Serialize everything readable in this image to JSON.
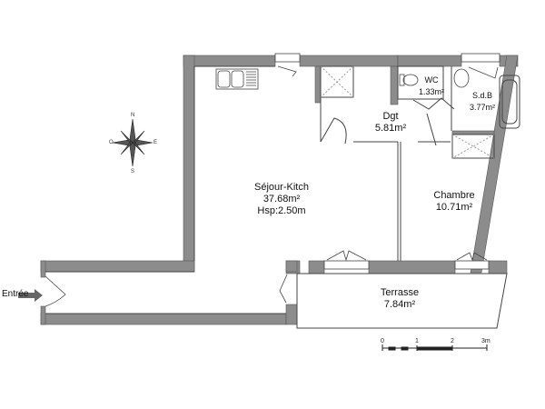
{
  "plan": {
    "entry_label": "Entrée",
    "rooms": [
      {
        "name": "Séjour-Kitch",
        "area": "37.68m²",
        "extra": "Hsp:2.50m"
      },
      {
        "name": "Dgt",
        "area": "5.81m²"
      },
      {
        "name": "WC",
        "area": "1.33m²"
      },
      {
        "name": "S.d.B",
        "area": "3.77m²"
      },
      {
        "name": "Chambre",
        "area": "10.71m²"
      },
      {
        "name": "Terrasse",
        "area": "7.84m²"
      }
    ],
    "compass": {
      "n": "N",
      "s": "S",
      "e": "E",
      "w": "O"
    },
    "scale": {
      "ticks": [
        "0",
        "1",
        "2",
        "3m"
      ]
    },
    "colors": {
      "wall": "#8c8c8c",
      "line": "#333333",
      "background": "#ffffff"
    }
  }
}
